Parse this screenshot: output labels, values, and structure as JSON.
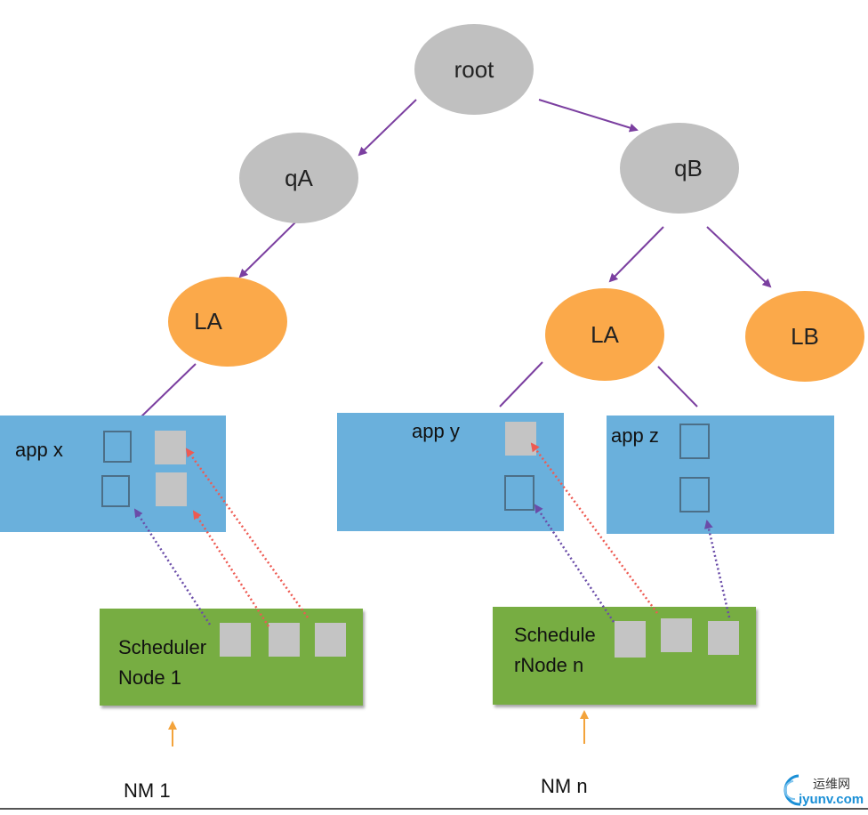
{
  "tree": {
    "root": "root",
    "qA": "qA",
    "qB": "qB",
    "leaf_a_left": "LA",
    "leaf_a_right": "LA",
    "leaf_b": "LB"
  },
  "apps": {
    "x": "app x",
    "y": "app y",
    "z": "app z"
  },
  "schedulers": {
    "node1": "Scheduler\nNode 1",
    "noden": "Schedule\nrNode n"
  },
  "nodemanagers": {
    "nm1": "NM 1",
    "nmn": "NM n"
  },
  "watermark": {
    "cn": "运维网",
    "en": "iyunv.com"
  },
  "colors": {
    "queue_node": "#c0c0c0",
    "leaf_node": "#fba94a",
    "app_box": "#6ab0dc",
    "scheduler_box": "#77ad42",
    "tree_edge": "#7b3fa0",
    "nm_arrow": "#f3a33b",
    "assign_purple": "#6a4ca8",
    "assign_red": "#ee5a52"
  }
}
